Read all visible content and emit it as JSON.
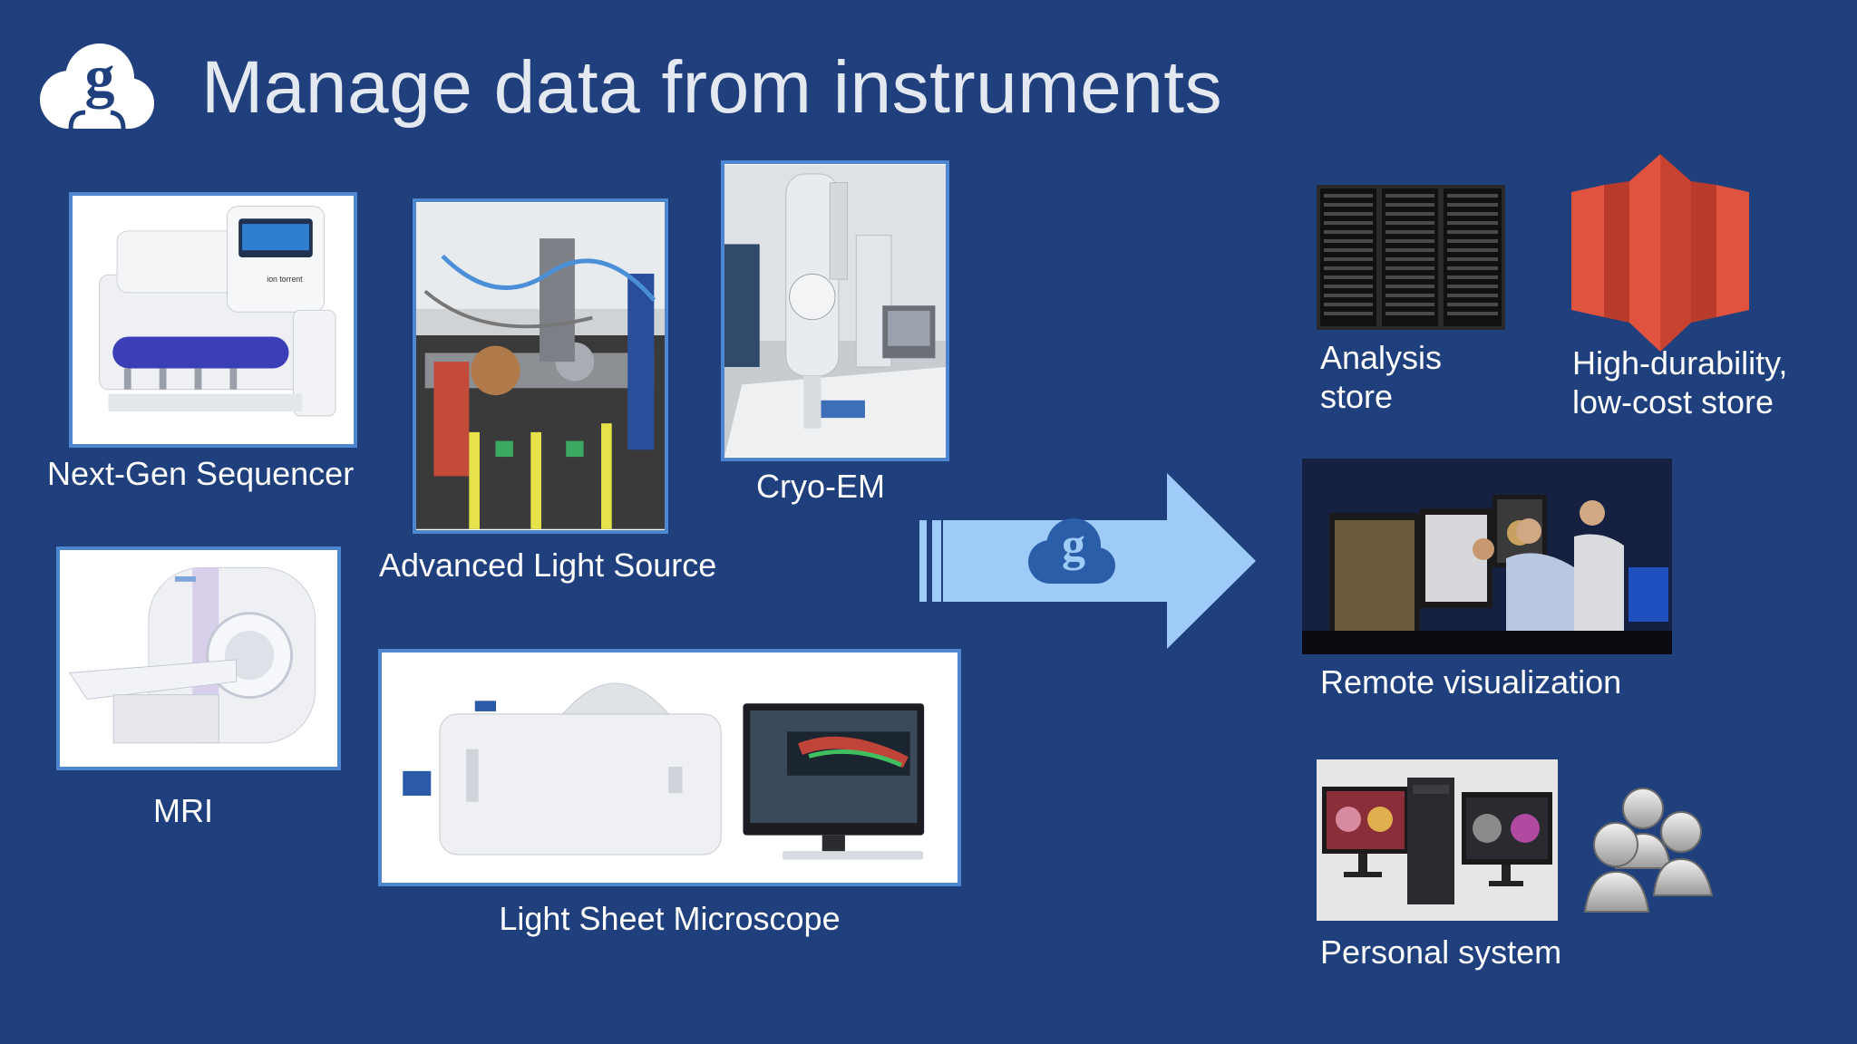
{
  "slide": {
    "title": "Manage data from instruments"
  },
  "instruments": {
    "sequencer": "Next-Gen Sequencer",
    "light_source": "Advanced Light Source",
    "cryo_em": "Cryo-EM",
    "mri": "MRI",
    "light_sheet": "Light Sheet Microscope"
  },
  "destinations": {
    "analysis_store_line1": "Analysis",
    "analysis_store_line2": "store",
    "durable_store_line1": "High-durability,",
    "durable_store_line2": "low-cost store",
    "remote_viz": "Remote visualization",
    "personal_system": "Personal system"
  },
  "icons": {
    "logo": "globus-cloud-logo-icon",
    "arrow": "transfer-arrow-icon",
    "users": "users-group-icon",
    "storage": "aws-s3-icon"
  },
  "colors": {
    "background": "#1f3f7d",
    "frame": "#4e86d2",
    "arrow": "#9ecbf7",
    "s3_red": "#e0533f"
  }
}
